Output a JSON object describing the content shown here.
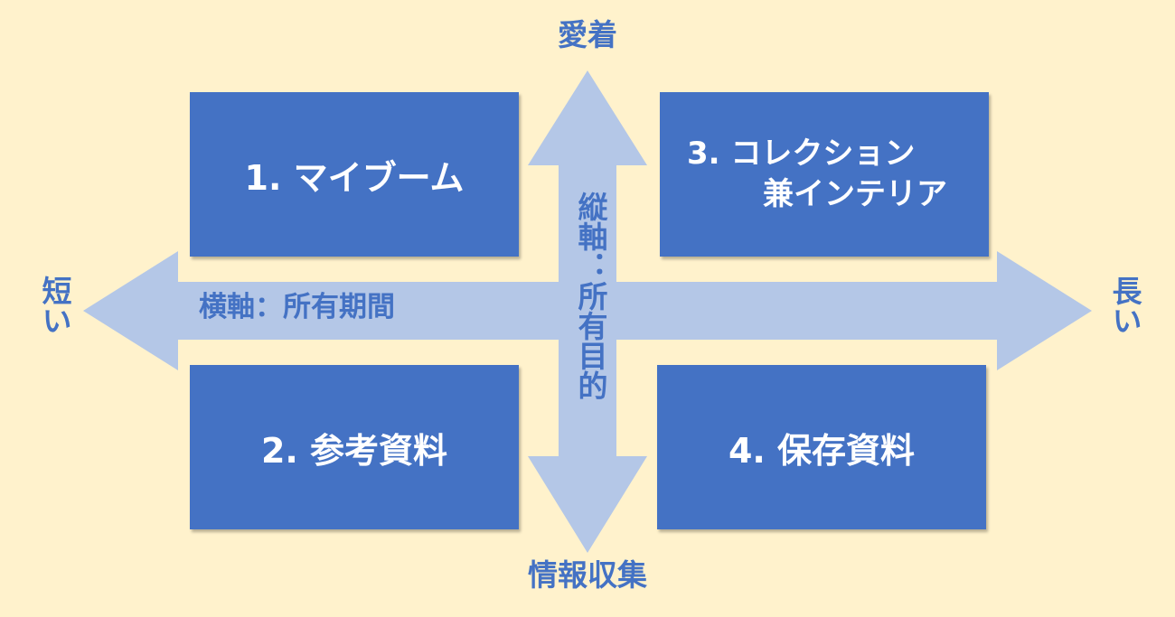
{
  "quadrants": {
    "q1": "1. マイブーム",
    "q2": "2. 参考資料",
    "q3_line1": "3. コレクション",
    "q3_line2": "兼インテリア",
    "q4": "4. 保存資料"
  },
  "axes": {
    "top": "愛着",
    "bottom": "情報収集",
    "left": "短い",
    "right": "長い",
    "horizontal_label": "横軸：所有期間",
    "vertical_label": "縦軸：所有目的"
  },
  "colors": {
    "background": "#fff2cc",
    "box": "#4472c4",
    "arrow": "#b4c7e7",
    "text_accent": "#4472c4"
  }
}
